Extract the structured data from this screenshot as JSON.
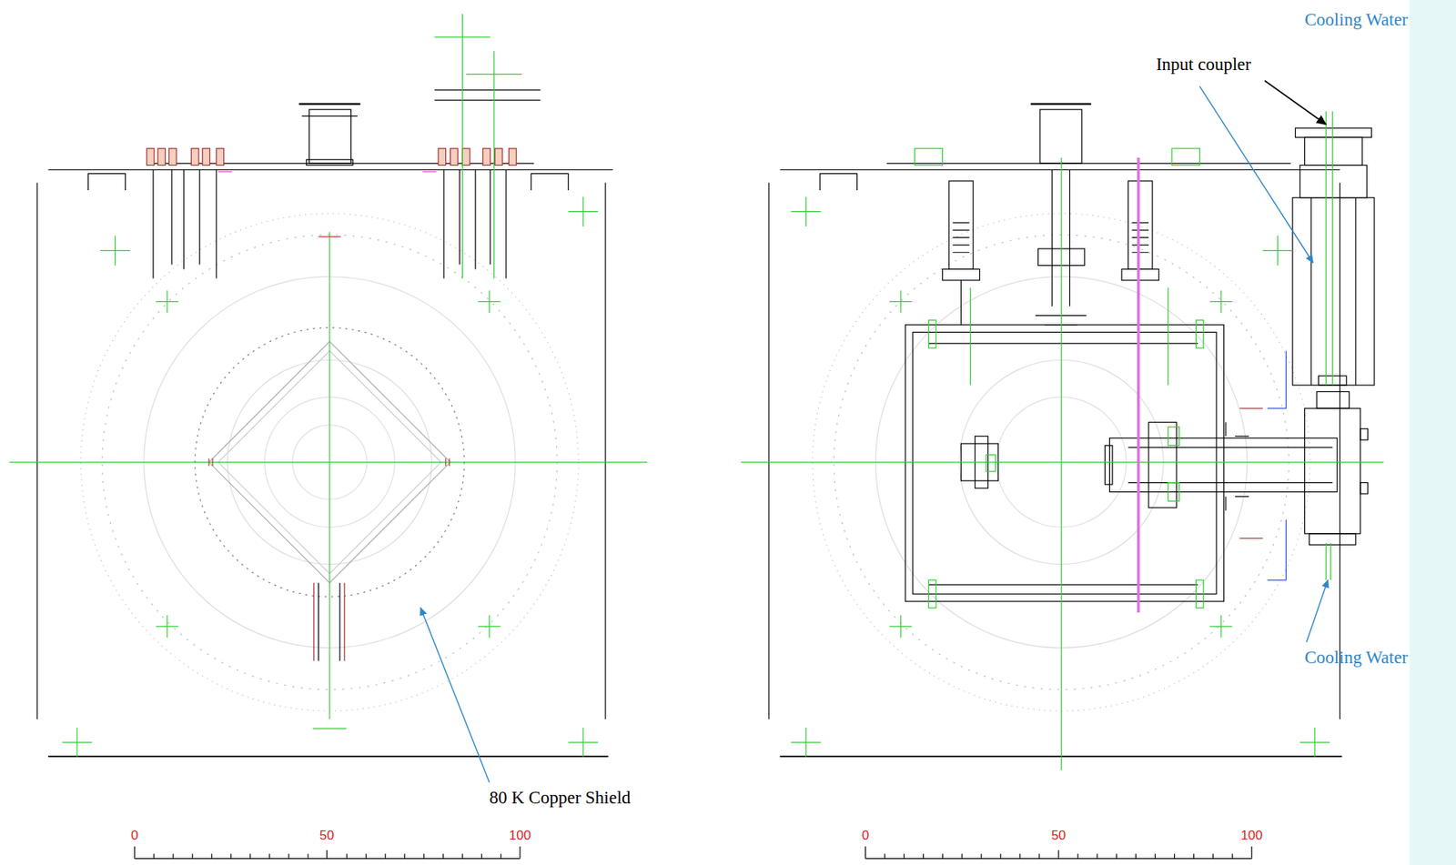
{
  "diagram": {
    "labels": [
      "Cooling Water",
      "Input coupler",
      "Cooling Water",
      "80 K Copper Shield",
      "0",
      "50",
      "100",
      "0",
      "50",
      "100"
    ]
  }
}
